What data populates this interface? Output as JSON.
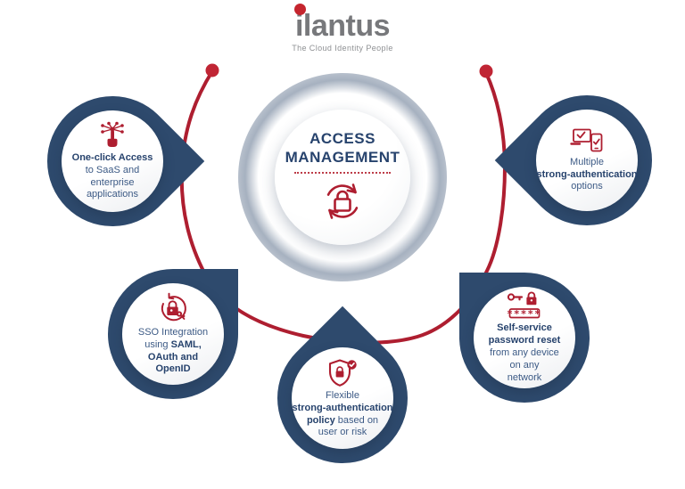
{
  "logo": {
    "brand": "ilantus",
    "tagline": "The Cloud Identity People",
    "dot_color": "#c5252e"
  },
  "hub": {
    "title_line1": "ACCESS",
    "title_line2": "MANAGEMENT",
    "icon": "lock-sync-icon"
  },
  "colors": {
    "navy": "#2e4a6d",
    "red": "#ae1e30",
    "logo_gray": "#77787b"
  },
  "satellites": [
    {
      "position": "top-left",
      "icon": "tap-network-icon",
      "l1": "One-click Access",
      "l2": "to SaaS and",
      "l3": "enterprise",
      "l4": "applications"
    },
    {
      "position": "top-right",
      "icon": "devices-check-icon",
      "l1": "Multiple",
      "l2": "strong-authentication",
      "l3": "options"
    },
    {
      "position": "mid-left",
      "icon": "sso-lock-key-icon",
      "l1": "SSO Integration",
      "l2a": "using ",
      "l2b": "SAML,",
      "l3": "OAuth and",
      "l4": "OpenID"
    },
    {
      "position": "bottom-center",
      "icon": "shield-check-lock-icon",
      "l1": "Flexible",
      "l2": "strong-authentication",
      "l3a": "policy",
      "l3b": " based on",
      "l4": "user or risk"
    },
    {
      "position": "mid-right",
      "icon": "password-reset-icon",
      "password_mask": "*****",
      "l1": "Self-service",
      "l2": "password reset",
      "l3": "from any device",
      "l4": "on any",
      "l5": "network"
    }
  ]
}
